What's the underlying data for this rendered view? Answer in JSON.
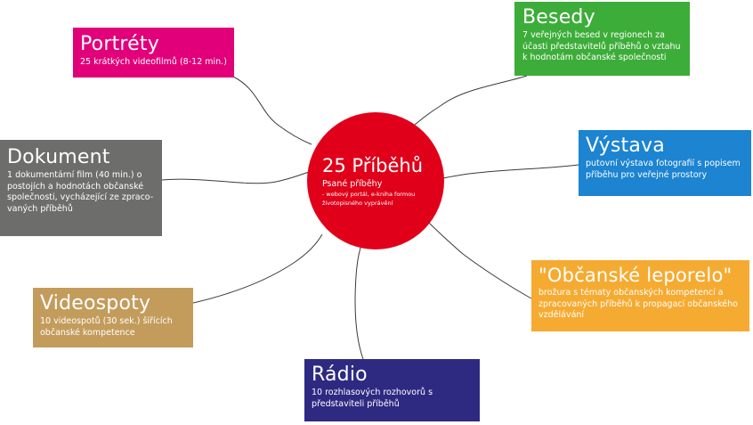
{
  "hub": {
    "title": "25 Příběhů",
    "subtitle": "Psané příběhy",
    "note_line1": "- webový portál, e-kniha formou",
    "note_line2": "životopisného vyprávění",
    "color": "#e1001a"
  },
  "nodes": {
    "portrety": {
      "title": "Portréty",
      "desc": "25 krátkých videofilmů (8-12 min.)",
      "color": "#e2007a"
    },
    "besedy": {
      "title": "Besedy",
      "desc": "7 veřejných besed v regionech za účasti představitelů příběhů o vztahu k hodnotám občanské společnosti",
      "color": "#3dad39"
    },
    "dokument": {
      "title": "Dokument",
      "desc": "1 dokumentární film (40 min.) o postojích a hodnotách občanské společnosti, vycházející ze zpraco-vaných příběhů",
      "color": "#6d6d6c"
    },
    "vystava": {
      "title": "Výstava",
      "desc": "putovní výstava fotografií s popisem příběhu pro veřejné prostory",
      "color": "#1c84d1"
    },
    "videospoty": {
      "title": "Videospoty",
      "desc": "10 videospotů (30 sek.) šířících občanské kompetence",
      "color": "#c39c5c"
    },
    "leporelo": {
      "title": "\"Občanské leporelo\"",
      "desc": "brožura s tématy občanských kompetencí a zpracovaných příběhů k propagaci občanského vzdělávání",
      "color": "#f5ab32"
    },
    "radio": {
      "title": "Rádio",
      "desc": "10 rozhlasových rozhovorů s představiteli příběhů",
      "color": "#2e2a82"
    }
  }
}
